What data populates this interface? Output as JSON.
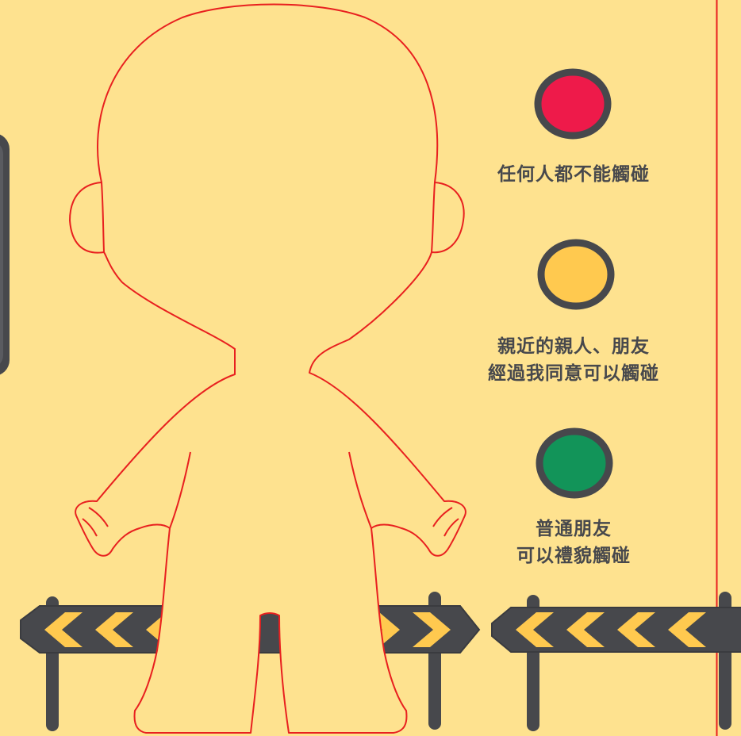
{
  "colors": {
    "background": "#FEE28F",
    "outline_red": "#E8201F",
    "stop_red": "#EE1A4A",
    "caution_yellow": "#FFC94F",
    "go_green": "#129459",
    "dark_gray": "#47484C",
    "chevron_yellow": "#FFC94F"
  },
  "legend": [
    {
      "level": "red",
      "icon": "red-circle-icon",
      "lines": [
        "任何人都不能觸碰"
      ]
    },
    {
      "level": "yellow",
      "icon": "yellow-circle-icon",
      "lines": [
        "親近的親人、朋友",
        "經過我同意可以觸碰"
      ]
    },
    {
      "level": "green",
      "icon": "green-circle-icon",
      "lines": [
        "普通朋友",
        "可以禮貌觸碰"
      ]
    }
  ],
  "decor": {
    "figure": "child-body-outline",
    "barriers": "chevron-road-barrier-icon"
  }
}
